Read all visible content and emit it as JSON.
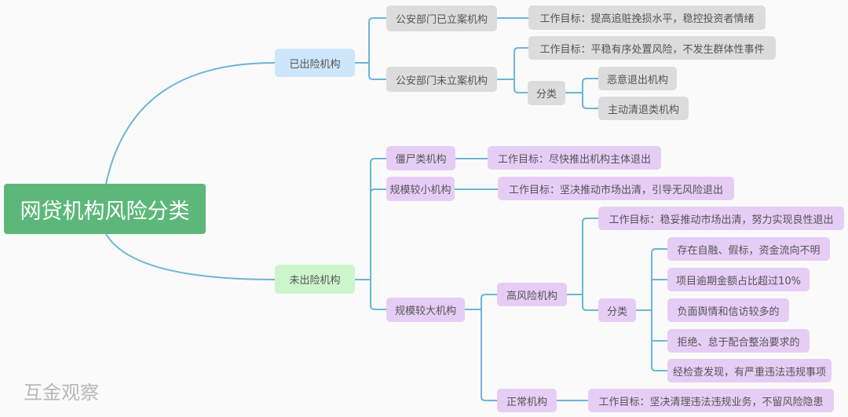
{
  "root": "网贷机构风险分类",
  "branch1": {
    "label": "已出险机构",
    "a": {
      "label": "公安部门已立案机构",
      "goal": "工作目标：提高追赃挽损水平，稳控投资者情绪"
    },
    "b": {
      "label": "公安部门未立案机构",
      "goal": "工作目标：平稳有序处置风险，不发生群体性事件",
      "category": "分类",
      "items": [
        "恶意退出机构",
        "主动清退类机构"
      ]
    }
  },
  "branch2": {
    "label": "未出险机构",
    "zombie": {
      "label": "僵尸类机构",
      "goal": "工作目标：尽快推出机构主体退出"
    },
    "small": {
      "label": "规模较小机构",
      "goal": "工作目标：坚决推动市场出清，引导无风险退出"
    },
    "large": {
      "label": "规模较大机构",
      "high": {
        "label": "高风险机构",
        "goal": "工作目标：稳妥推动市场出清，努力实现良性退出",
        "category": "分类",
        "items": [
          "存在自融、假标，资金流向不明",
          "项目逾期金额占比超过10%",
          "负面舆情和信访较多的",
          "拒绝、怠于配合整治要求的",
          "经检查发现，有严重违法违规事项"
        ]
      },
      "normal": {
        "label": "正常机构",
        "goal": "工作目标：坚决清理违法违规业务，不留风险隐患"
      }
    }
  },
  "watermark": "互金观察"
}
